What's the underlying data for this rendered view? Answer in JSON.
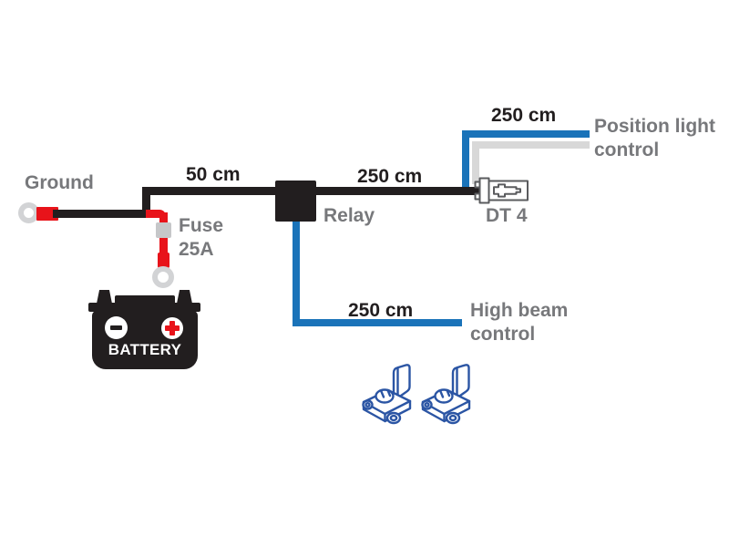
{
  "diagram": {
    "type": "wiring-diagram",
    "labels": {
      "ground": "Ground",
      "ground_wire_length": "50 cm",
      "fuse_line1": "Fuse",
      "fuse_line2": "25A",
      "battery": "BATTERY",
      "relay": "Relay",
      "relay_wire_length": "250 cm",
      "dt4": "DT 4",
      "position_wire_length": "250 cm",
      "position_light_line1": "Position light",
      "position_light_line2": "control",
      "highbeam_wire_length": "250 cm",
      "high_beam_line1": "High beam",
      "high_beam_line2": "control"
    },
    "colors": {
      "wire_black": "#221e1f",
      "wire_red": "#e8131a",
      "wire_blue": "#1a73b9",
      "wire_gray": "#d8d8d8",
      "ring_terminal_gray": "#d2d3d5",
      "fuse_gray": "#c6c7c9",
      "label_gray": "#77787b",
      "label_black": "#221e1f",
      "dt4_connector_outline": "#5a5b5e",
      "splice_connector_blue": "#2b55a4",
      "background": "#ffffff"
    }
  }
}
